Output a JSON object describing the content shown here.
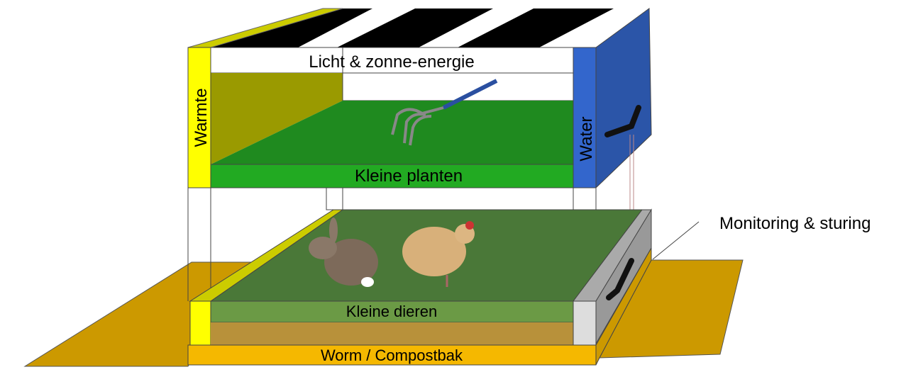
{
  "labels": {
    "light": "Licht & zonne-energie",
    "heat": "Warmte",
    "water": "Water",
    "small_plants": "Kleine planten",
    "small_animals": "Kleine dieren",
    "compost": "Worm / Compostbak",
    "monitoring": "Monitoring & sturing"
  },
  "colors": {
    "yellow": "#ffff00",
    "olive": "#9a9a00",
    "blue": "#3366cc",
    "green_floor": "#1f8a1f",
    "green_strip": "#22aa22",
    "animal_floor": "#4a7838",
    "animal_strip": "#6b9a45",
    "compost": "#f5b800",
    "ground": "#cc9900"
  }
}
